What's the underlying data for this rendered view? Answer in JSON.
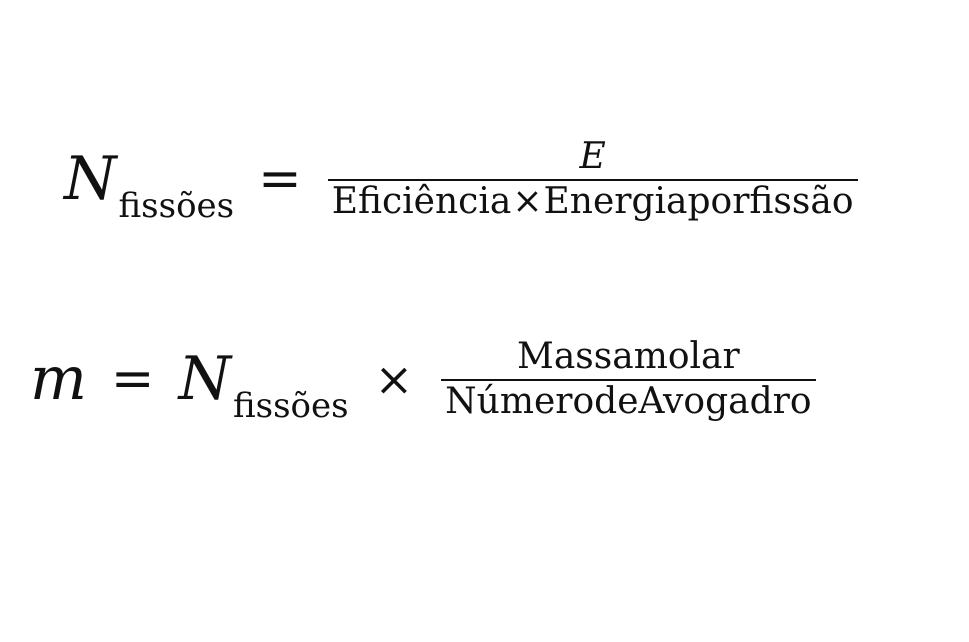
{
  "equation1": {
    "lhs_var": "N",
    "lhs_sub": "fissões",
    "equals": "=",
    "numerator": "E",
    "denominator_left": "Eficiência",
    "denominator_op": "×",
    "denominator_right": "Energiaporfissão"
  },
  "equation2": {
    "lhs_var": "m",
    "equals": "=",
    "n_var": "N",
    "n_sub": "fissões",
    "times": "×",
    "numerator": "Massamolar",
    "denominator": "NúmerodeAvogadro"
  }
}
